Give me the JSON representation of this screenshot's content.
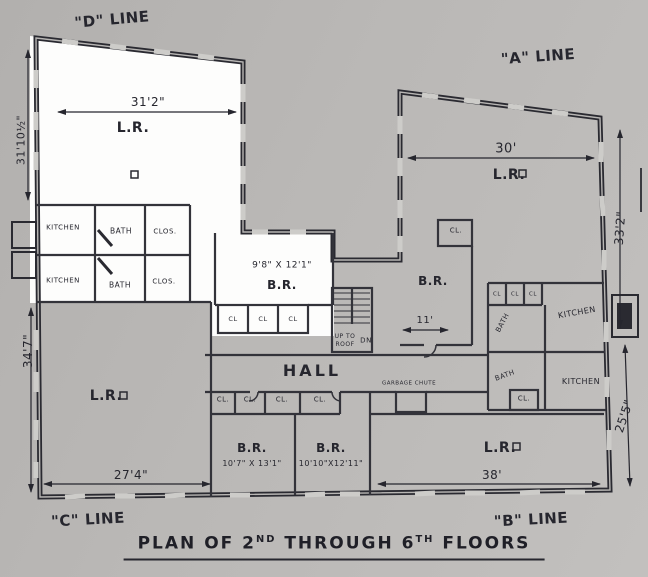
{
  "colors": {
    "paper": "#b8b6b4",
    "highlight": "#fdfdfc",
    "ink": "#26262e"
  },
  "title": {
    "p1": "PLAN OF 2",
    "s1": "ND",
    "p2": " THROUGH 6",
    "s2": "TH",
    "p3": " FLOORS"
  },
  "lines": {
    "d": "\"D\" LINE",
    "a": "\"A\" LINE",
    "c": "\"C\" LINE",
    "b": "\"B\" LINE"
  },
  "rooms": {
    "lr": "L.R.",
    "br": "B.R.",
    "kitchen": "KITCHEN",
    "bath": "BATH",
    "clos": "CLOS.",
    "cl": "CL.",
    "cl_s": "CL",
    "hall": "HALL",
    "up_to": "UP TO",
    "roof": "ROOF",
    "dn": "DN",
    "garbage": "GARBAGE CHUTE"
  },
  "dims": {
    "d_width": "31'2\"",
    "d_height": "31'10½\"",
    "a_width": "30'",
    "a_height": "33'2\"",
    "left_height": "34'7\"",
    "right_height": "25'5\"",
    "c_width": "27'4\"",
    "b_width": "38'",
    "hall_left": "11'",
    "br_mid": "9'8\" X 12'1\"",
    "br1": "10'7\" X 13'1\"",
    "br2": "10'10\"X12'11\""
  }
}
